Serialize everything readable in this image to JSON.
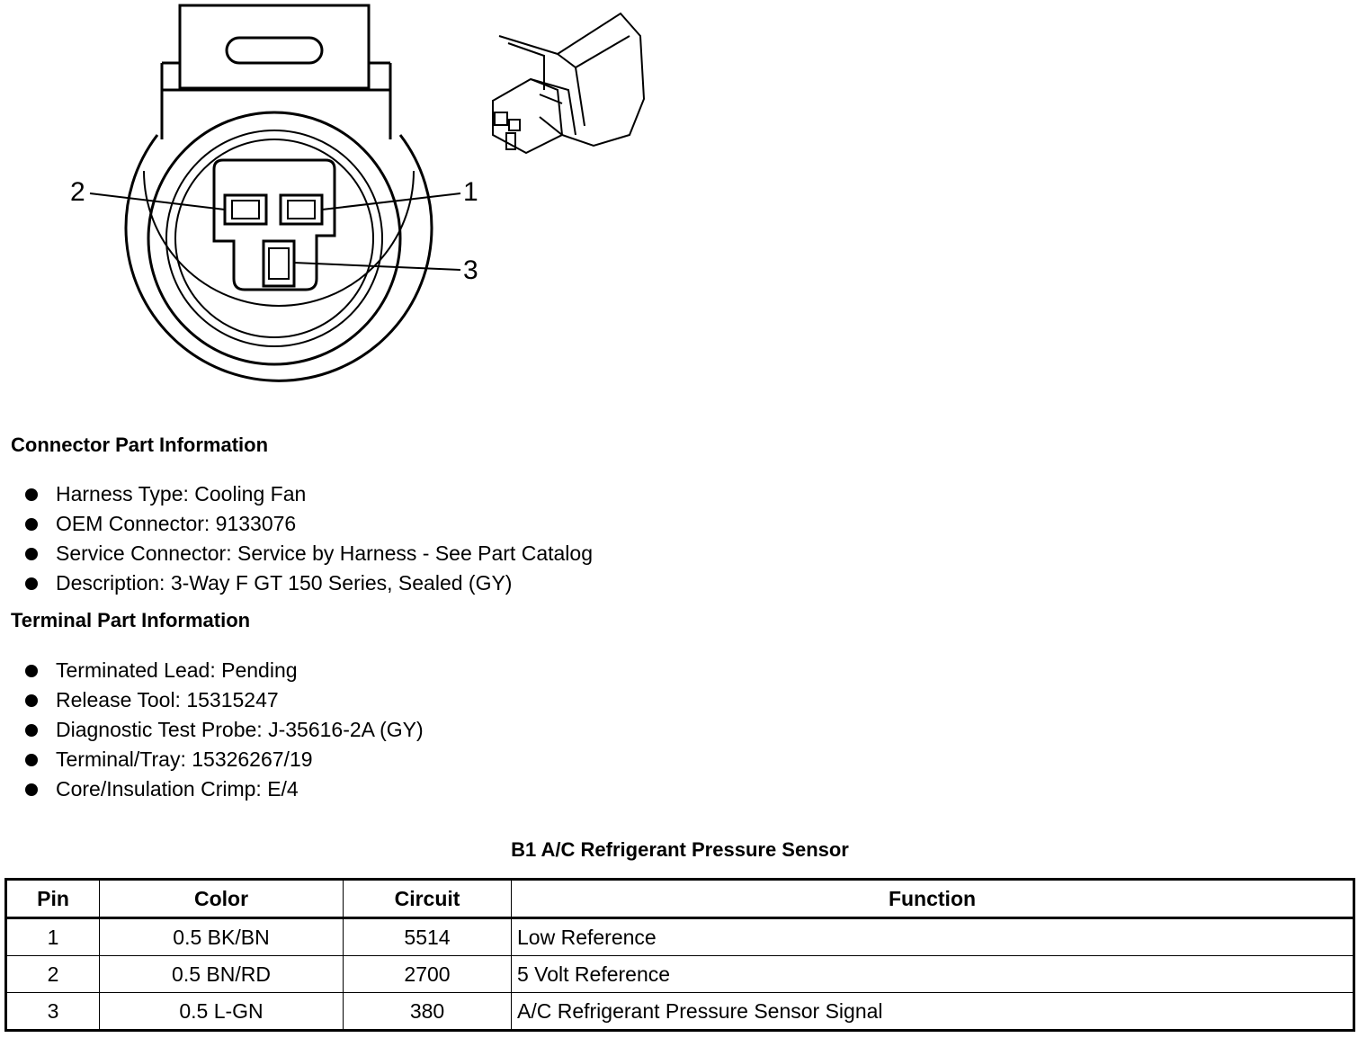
{
  "pin_labels": [
    "2",
    "1",
    "3"
  ],
  "connector_section": {
    "title": "Connector Part Information",
    "items": [
      "Harness Type: Cooling Fan",
      "OEM Connector: 9133076",
      "Service Connector: Service by Harness - See Part Catalog",
      "Description: 3-Way F GT 150 Series, Sealed (GY)"
    ]
  },
  "terminal_section": {
    "title": "Terminal Part Information",
    "items": [
      "Terminated Lead: Pending",
      "Release Tool: 15315247",
      "Diagnostic Test Probe: J-35616-2A (GY)",
      "Terminal/Tray: 15326267/19",
      "Core/Insulation Crimp: E/4"
    ]
  },
  "table": {
    "title": "B1 A/C Refrigerant Pressure Sensor",
    "headers": [
      "Pin",
      "Color",
      "Circuit",
      "Function"
    ],
    "rows": [
      [
        "1",
        "0.5 BK/BN",
        "5514",
        "Low Reference"
      ],
      [
        "2",
        "0.5 BN/RD",
        "2700",
        "5 Volt Reference"
      ],
      [
        "3",
        "0.5 L-GN",
        "380",
        "A/C Refrigerant Pressure Sensor Signal"
      ]
    ]
  }
}
